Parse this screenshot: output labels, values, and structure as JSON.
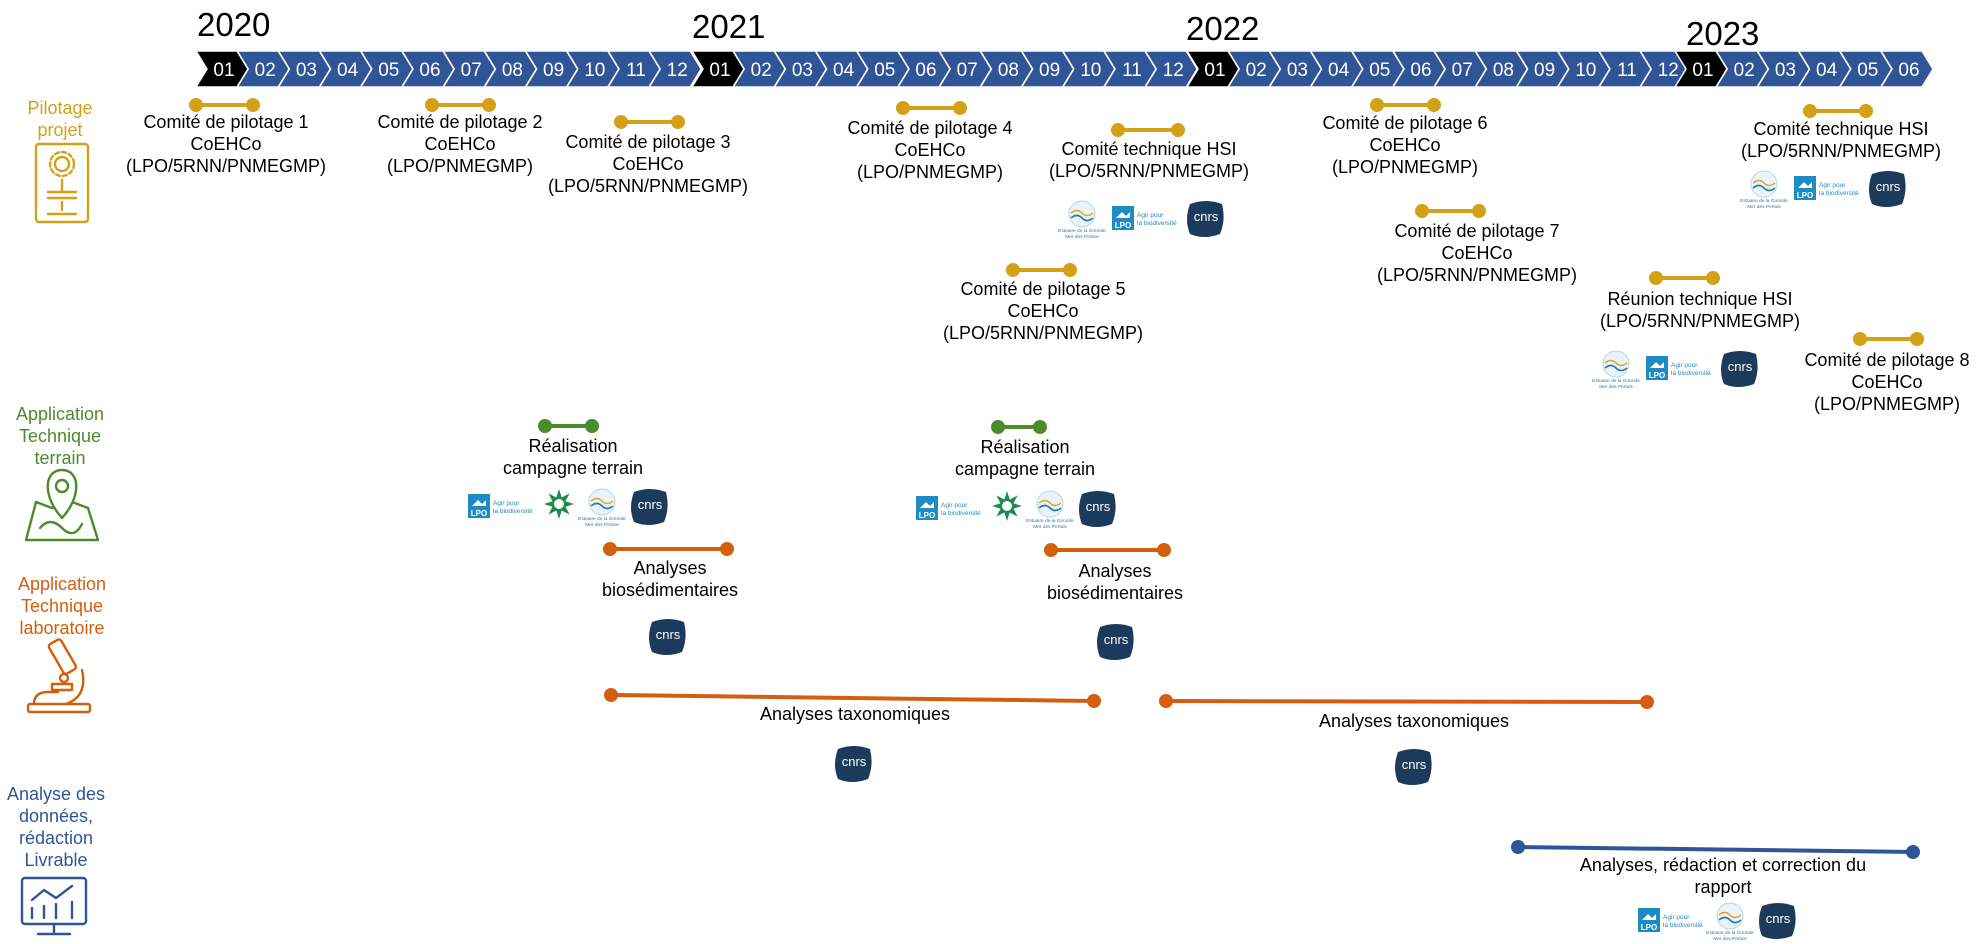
{
  "years": [
    "2020",
    "2021",
    "2022",
    "2023"
  ],
  "timeline": [
    {
      "year": "2020",
      "months": [
        "01",
        "02",
        "03",
        "04",
        "05",
        "06",
        "07",
        "08",
        "09",
        "10",
        "11",
        "12"
      ]
    },
    {
      "year": "2021",
      "months": [
        "01",
        "02",
        "03",
        "04",
        "05",
        "06",
        "07",
        "08",
        "09",
        "10",
        "11",
        "12"
      ]
    },
    {
      "year": "2022",
      "months": [
        "01",
        "02",
        "03",
        "04",
        "05",
        "06",
        "07",
        "08",
        "09",
        "10",
        "11",
        "12"
      ]
    },
    {
      "year": "2023",
      "months": [
        "01",
        "02",
        "03",
        "04",
        "05",
        "06"
      ]
    }
  ],
  "lanes": [
    {
      "id": "pilotage",
      "label_lines": [
        "Pilotage",
        "projet"
      ],
      "color": "#d4a017",
      "icon": "document-gear-icon"
    },
    {
      "id": "terrain",
      "label_lines": [
        "Application",
        "Technique",
        "terrain"
      ],
      "color": "#4c8b2b",
      "icon": "map-pin-icon"
    },
    {
      "id": "laboratoire",
      "label_lines": [
        "Application",
        "Technique",
        "laboratoire"
      ],
      "color": "#d35f0e",
      "icon": "microscope-icon"
    },
    {
      "id": "analyse",
      "label_lines": [
        "Analyse des",
        "données,",
        "rédaction",
        "Livrable"
      ],
      "color": "#2f5597",
      "icon": "monitor-chart-icon"
    }
  ],
  "events": [
    {
      "lane": "pilotage",
      "lines": [
        "Comité de pilotage 1",
        "CoEHCo",
        "(LPO/5RNN/PNMEGMP)"
      ],
      "logos": []
    },
    {
      "lane": "pilotage",
      "lines": [
        "Comité de pilotage 2",
        "CoEHCo",
        "(LPO/PNMEGMP)"
      ],
      "logos": []
    },
    {
      "lane": "pilotage",
      "lines": [
        "Comité de pilotage 3",
        "CoEHCo",
        "(LPO/5RNN/PNMEGMP)"
      ],
      "logos": []
    },
    {
      "lane": "pilotage",
      "lines": [
        "Comité de pilotage 4",
        "CoEHCo",
        "(LPO/PNMEGMP)"
      ],
      "logos": []
    },
    {
      "lane": "pilotage",
      "lines": [
        "Comité technique HSI",
        "(LPO/5RNN/PNMEGMP)"
      ],
      "logos": [
        "estuaire",
        "lpo",
        "cnrs"
      ]
    },
    {
      "lane": "pilotage",
      "lines": [
        "Comité de pilotage 5",
        "CoEHCo",
        "(LPO/5RNN/PNMEGMP)"
      ],
      "logos": []
    },
    {
      "lane": "pilotage",
      "lines": [
        "Comité de pilotage 6",
        "CoEHCo",
        "(LPO/PNMEGMP)"
      ],
      "logos": []
    },
    {
      "lane": "pilotage",
      "lines": [
        "Comité de pilotage 7",
        "CoEHCo",
        "(LPO/5RNN/PNMEGMP)"
      ],
      "logos": []
    },
    {
      "lane": "pilotage",
      "lines": [
        "Réunion technique HSI",
        "(LPO/5RNN/PNMEGMP)"
      ],
      "logos": [
        "estuaire",
        "lpo",
        "cnrs"
      ]
    },
    {
      "lane": "pilotage",
      "lines": [
        "Comité technique HSI",
        "(LPO/5RNN/PNMEGMP)"
      ],
      "logos": [
        "estuaire",
        "lpo",
        "cnrs"
      ]
    },
    {
      "lane": "pilotage",
      "lines": [
        "Comité de pilotage 8",
        "CoEHCo",
        "(LPO/PNMEGMP)"
      ],
      "logos": []
    },
    {
      "lane": "terrain",
      "lines": [
        "Réalisation",
        "campagne terrain"
      ],
      "logos": [
        "lpo",
        "parc",
        "estuaire",
        "cnrs"
      ]
    },
    {
      "lane": "terrain",
      "lines": [
        "Réalisation",
        "campagne terrain"
      ],
      "logos": [
        "lpo",
        "parc",
        "estuaire",
        "cnrs"
      ]
    },
    {
      "lane": "laboratoire",
      "lines": [
        "Analyses",
        "biosédimentaires"
      ],
      "logos": [
        "cnrs"
      ]
    },
    {
      "lane": "laboratoire",
      "lines": [
        "Analyses",
        "biosédimentaires"
      ],
      "logos": [
        "cnrs"
      ]
    },
    {
      "lane": "laboratoire",
      "lines": [
        "Analyses taxonomiques"
      ],
      "logos": [
        "cnrs"
      ]
    },
    {
      "lane": "laboratoire",
      "lines": [
        "Analyses taxonomiques"
      ],
      "logos": [
        "cnrs"
      ]
    },
    {
      "lane": "analyse",
      "lines": [
        "Analyses, rédaction et correction du",
        "rapport"
      ],
      "logos": [
        "lpo",
        "estuaire",
        "cnrs"
      ]
    }
  ],
  "logos": {
    "lpo": {
      "abbr": "LPO",
      "caption_lines": [
        "Agir pour",
        "la biodiversité"
      ],
      "color": "#1e8bc3"
    },
    "cnrs": {
      "abbr": "cnrs",
      "color": "#1b3a5c"
    },
    "estuaire": {
      "caption_lines": [
        "Estuaire de la Gironde",
        "Mer des Pertuis"
      ],
      "color": "#2a7ab0"
    },
    "parc": {
      "color": "#1f8a4c"
    }
  },
  "colors": {
    "month_arrow": "#2f5597",
    "year_start_arrow": "#000000"
  }
}
